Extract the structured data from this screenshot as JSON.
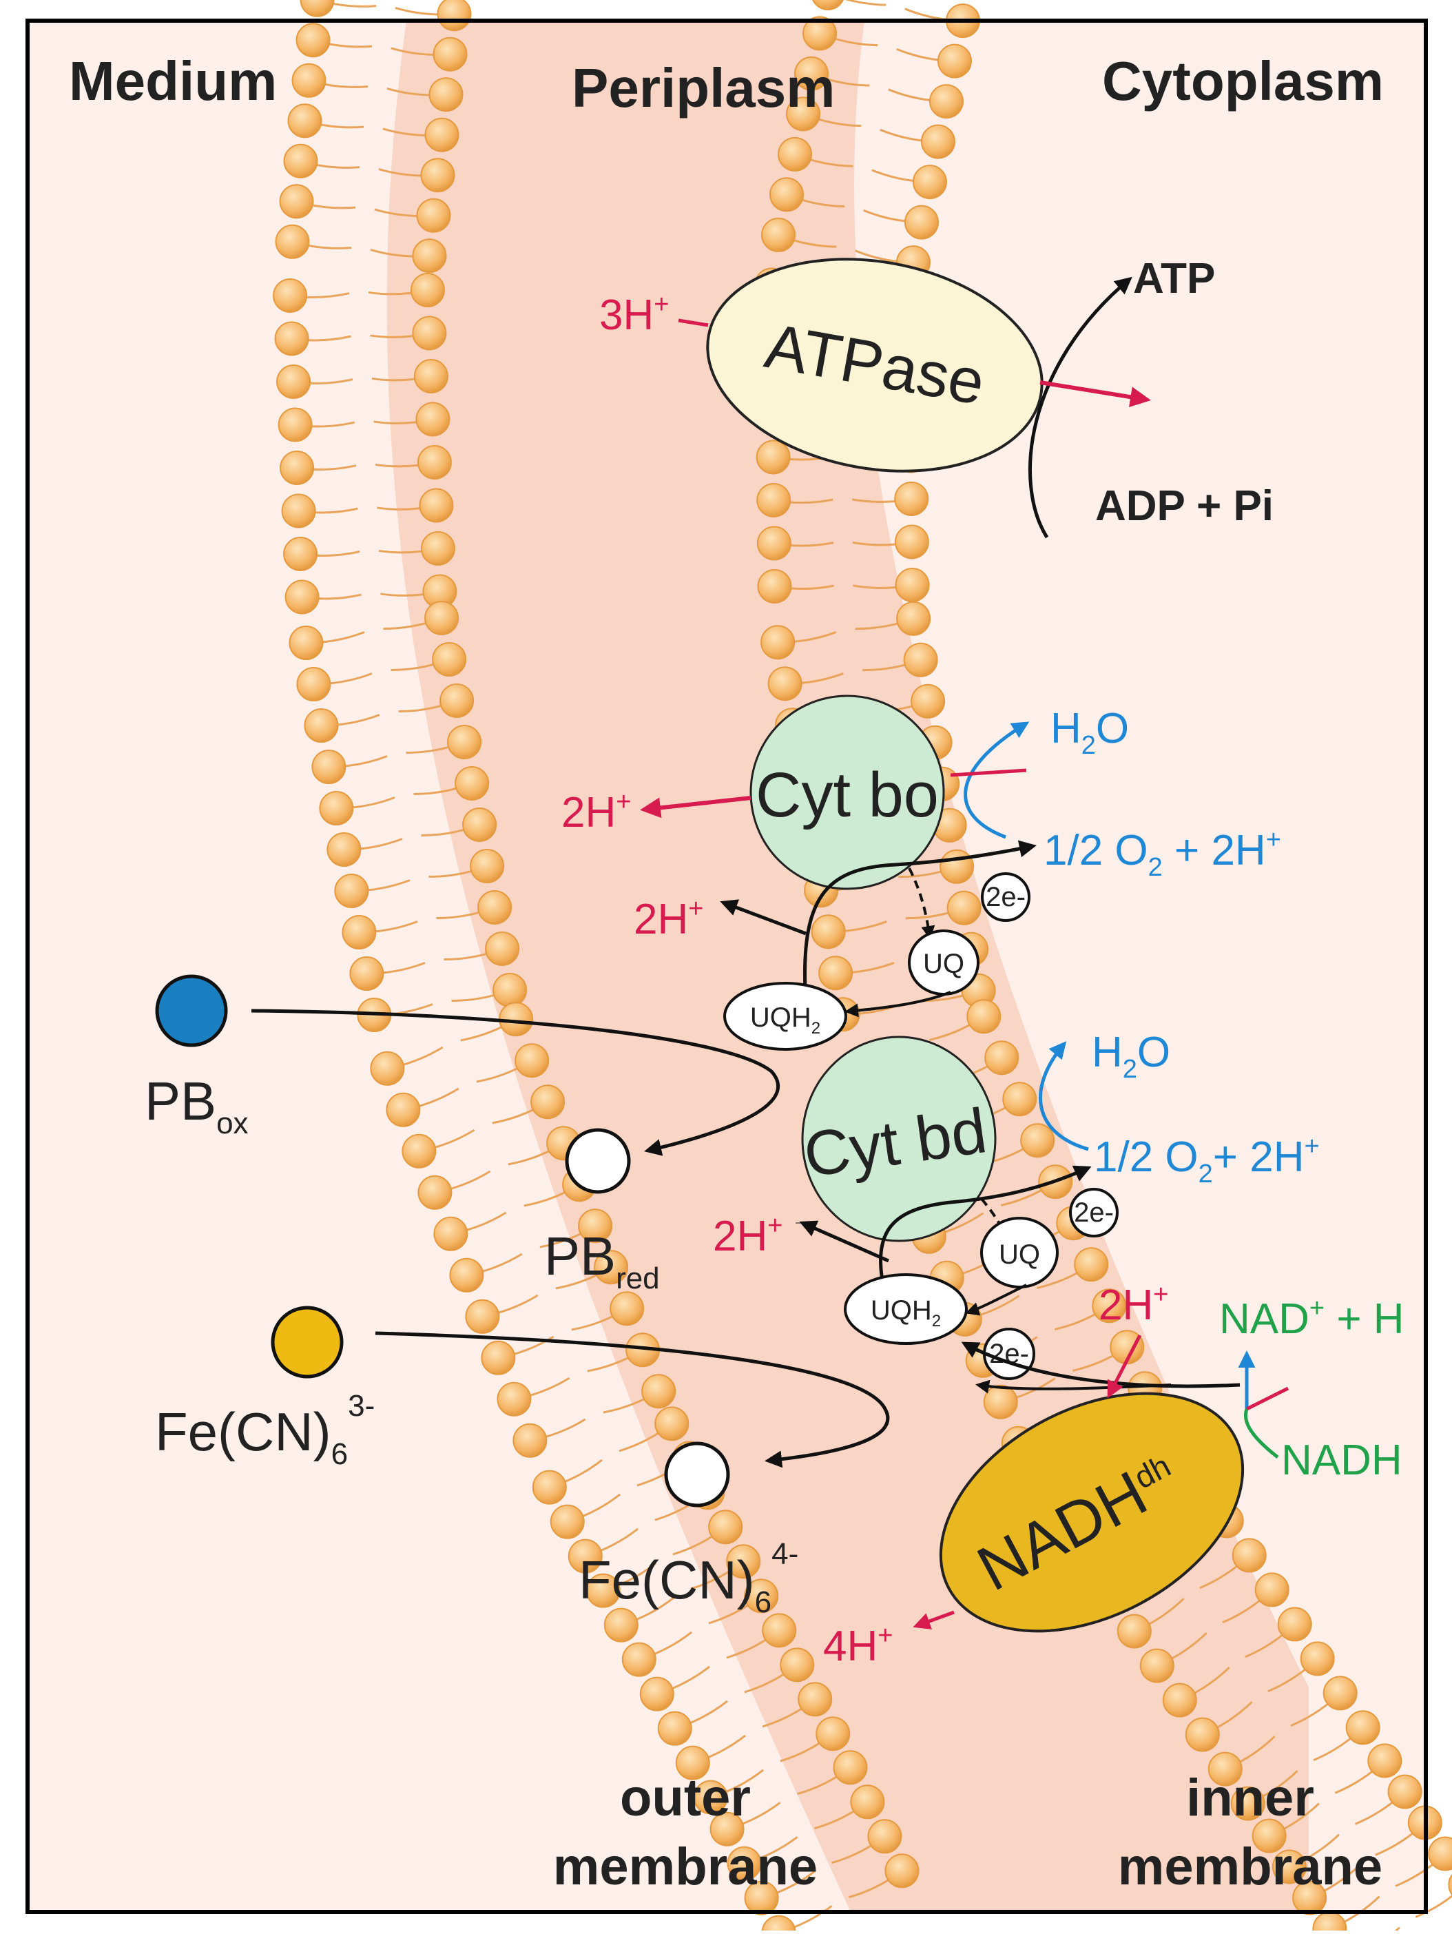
{
  "regions": {
    "medium": "Medium",
    "periplasm": "Periplasm",
    "cytoplasm": "Cytoplasm"
  },
  "membranes": {
    "outer_line1": "outer",
    "outer_line2": "membrane",
    "inner_line1": "inner",
    "inner_line2": "membrane"
  },
  "enzymes": {
    "atpase": "ATPase",
    "cyt_bo": "Cyt bo",
    "cyt_bd": "Cyt bd",
    "nadh_dh": "NADH",
    "nadh_dh_sup": "dh"
  },
  "quinones": {
    "uq": "UQ",
    "uqh2": "UQH",
    "uqh2_sub": "2",
    "electrons": "2e-"
  },
  "atpase_reaction": {
    "protons_in": "3H",
    "atp": "ATP",
    "adp_pi": "ADP + Pi"
  },
  "cyt_bo_reaction": {
    "protons_out": "2H",
    "water": "H",
    "water_sub": "2",
    "water_tail": "O",
    "oxygen": "1/2 O",
    "oxygen_sub": "2",
    "oxygen_tail": " + 2H"
  },
  "cyt_bd_reaction": {
    "protons_out": "2H",
    "water": "H",
    "water_sub": "2",
    "water_tail": "O",
    "oxygen": "1/2 O",
    "oxygen_sub": "2",
    "oxygen_tail": "+ 2H"
  },
  "quinone_proton_release": "2H",
  "nadh_reaction": {
    "protons_in": "2H",
    "nad": "NAD",
    "nad_tail": " + H",
    "nadh": "NADH",
    "protons_out": "4H"
  },
  "mediators": {
    "pb": "PB",
    "pb_ox_sub": "ox",
    "pb_red_sub": "red",
    "fecn": "Fe(CN)",
    "fecn_sub": "6",
    "fecn_ox_sup": "3-",
    "fecn_red_sup": "4-"
  },
  "colors": {
    "lipid_head": "#f5b565",
    "periplasm": "#f9d5c5",
    "medium": "#fdf0ea",
    "atpase_fill": "#fbf5d6",
    "cyt_fill": "#cdebd2",
    "nadh_fill": "#e9b820",
    "pb_ox": "#1a7fc1",
    "fecn_ox": "#efbb12",
    "proton": "#d81b4e",
    "water": "#1e88d6",
    "nad": "#1fa24a"
  }
}
